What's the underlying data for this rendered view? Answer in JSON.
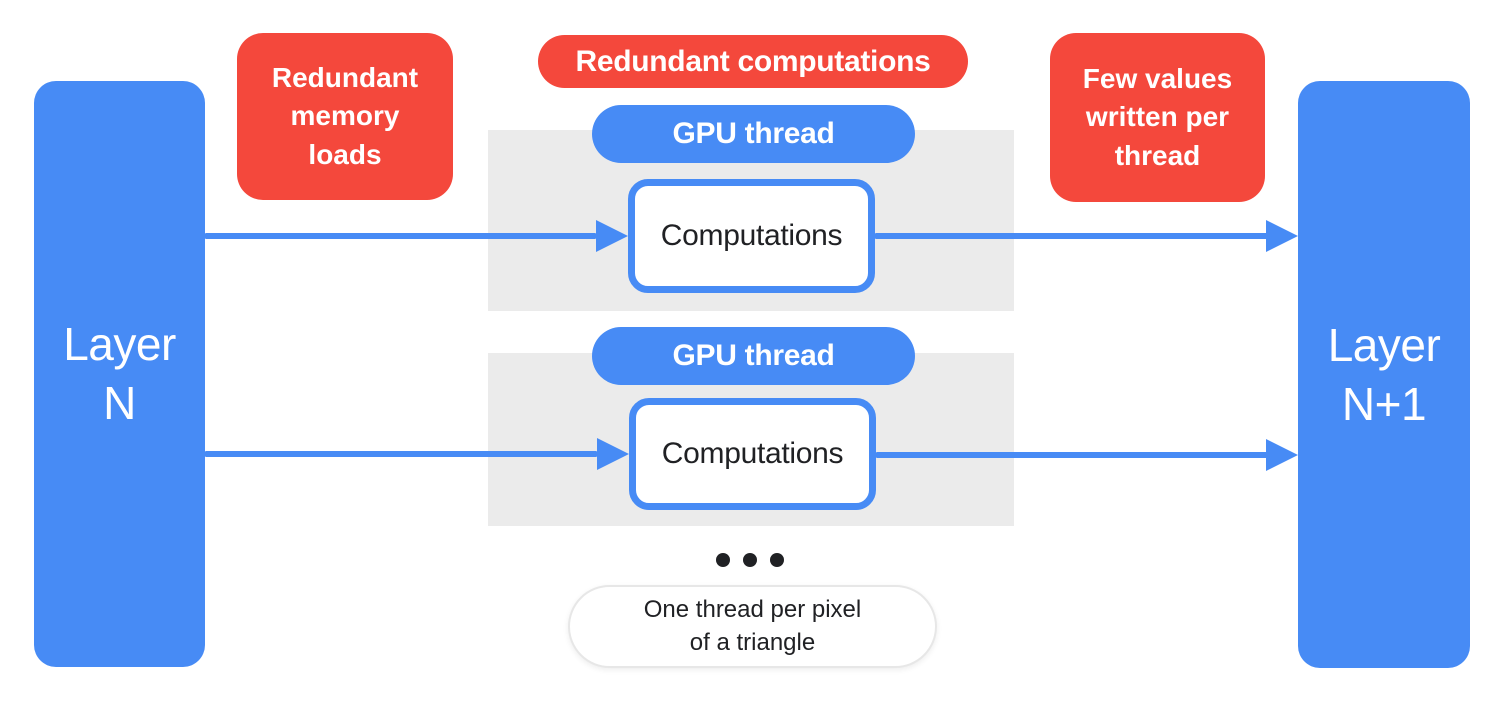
{
  "colors": {
    "blue": "#478BF5",
    "red": "#F4483C",
    "panel_gray": "#EBEBEB",
    "text_dark": "#202124",
    "background": "#FFFFFF"
  },
  "layers": {
    "left": {
      "label": "Layer\nN"
    },
    "right": {
      "label": "Layer\nN+1"
    }
  },
  "annotations": {
    "memory_loads": {
      "label": "Redundant\nmemory\nloads"
    },
    "redundant_computations": {
      "label": "Redundant computations"
    },
    "few_values": {
      "label": "Few values\nwritten per\nthread"
    }
  },
  "thread_groups": [
    {
      "pill_label": "GPU thread",
      "box_label": "Computations"
    },
    {
      "pill_label": "GPU thread",
      "box_label": "Computations"
    }
  ],
  "ellipsis": {
    "icon": "ellipsis-icon",
    "dot_count": 3
  },
  "footnote": {
    "label": "One thread per pixel\nof a triangle"
  }
}
